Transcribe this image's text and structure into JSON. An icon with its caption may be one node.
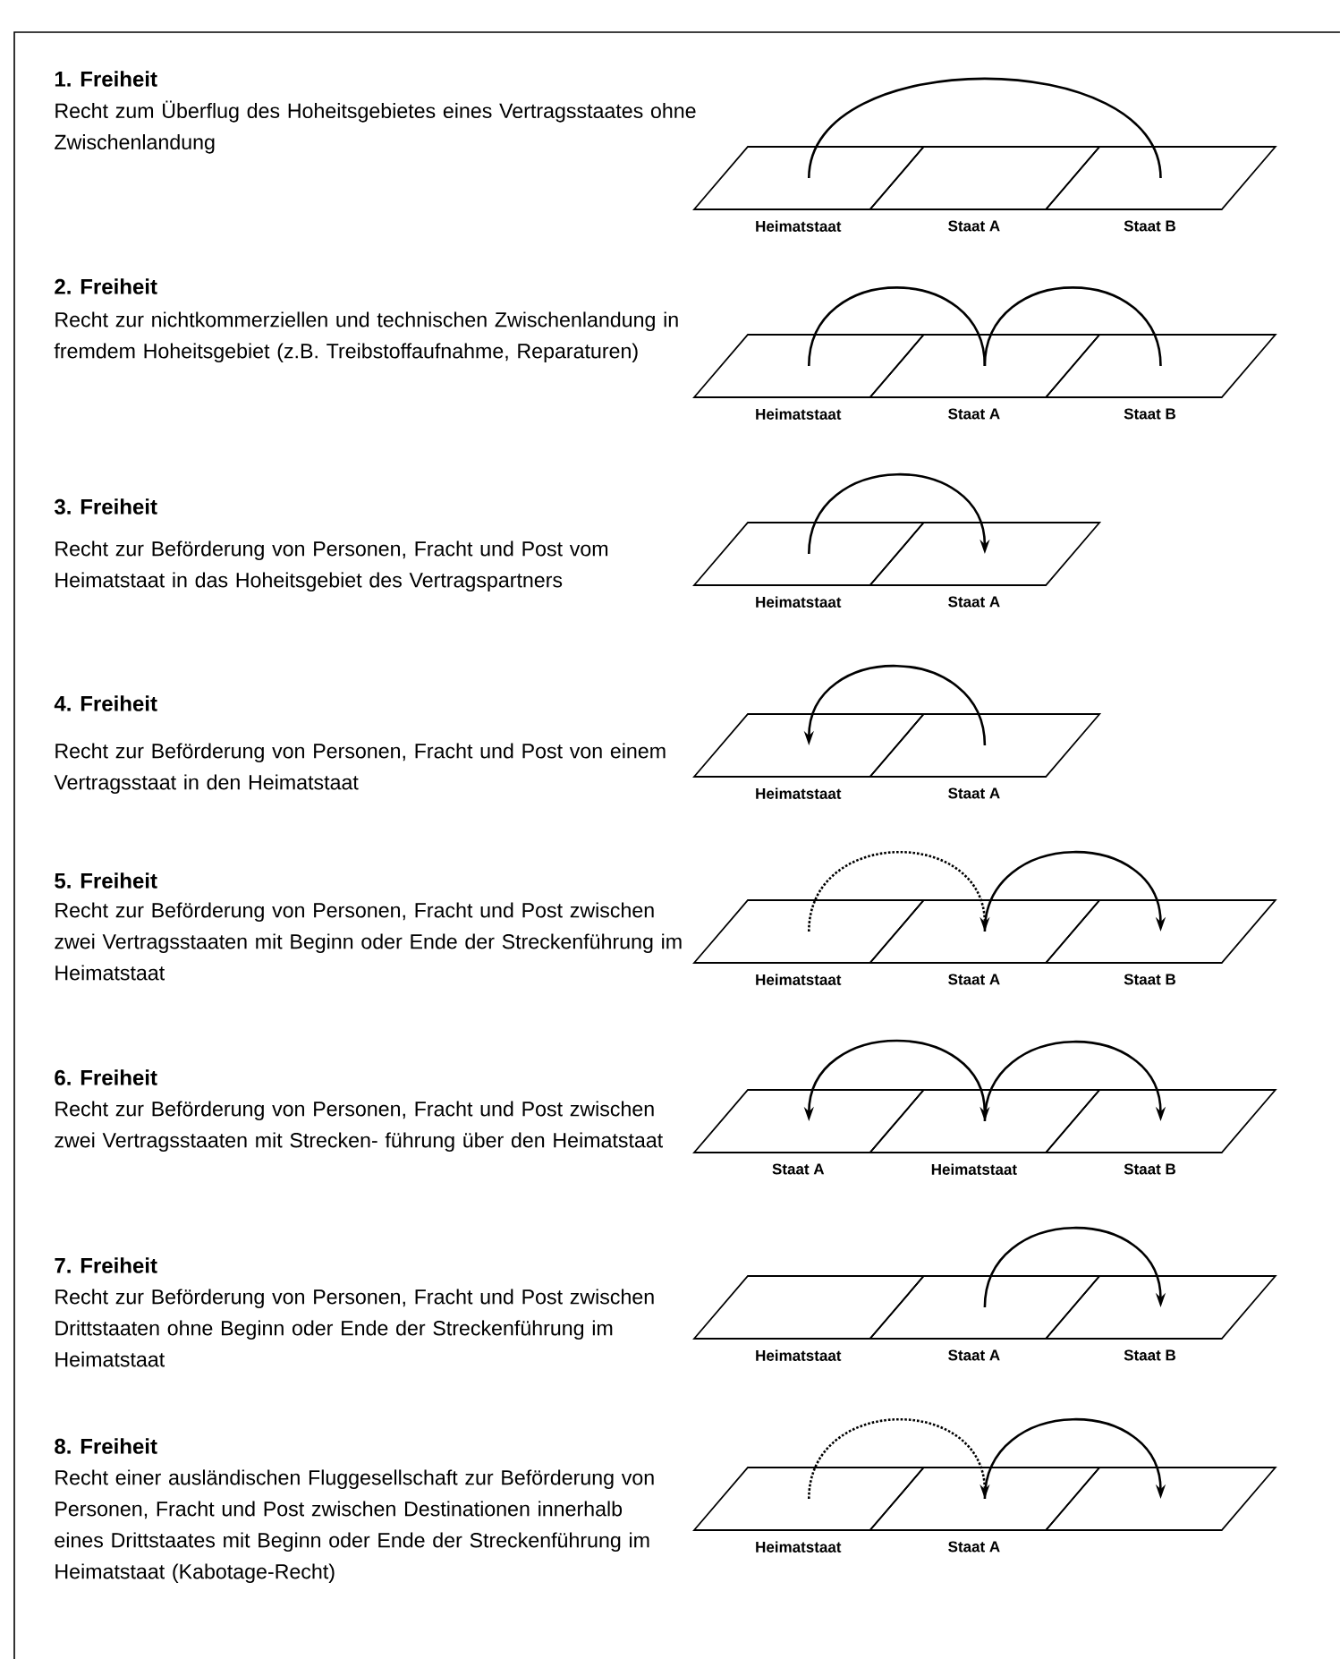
{
  "diagram": {
    "nodes": [
      {
        "text": [
          "Heimatstaat"
        ]
      },
      {
        "text": [
          "Staat A"
        ]
      },
      {
        "text": [
          "Staat B"
        ]
      },
      {
        "text": [
          "Heimatstaat"
        ]
      },
      {
        "text": [
          "Staat A"
        ]
      },
      {
        "text": [
          "Staat B"
        ]
      },
      {
        "text": [
          "Heimatstaat"
        ]
      },
      {
        "text": [
          "Staat A"
        ]
      },
      {
        "text": [
          "Heimatstaat"
        ]
      },
      {
        "text": [
          "Staat A"
        ]
      },
      {
        "text": [
          "Heimatstaat"
        ]
      },
      {
        "text": [
          "Staat A"
        ]
      },
      {
        "text": [
          "Staat B"
        ]
      },
      {
        "text": [
          "Staat A"
        ]
      },
      {
        "text": [
          "Heimatstaat"
        ]
      },
      {
        "text": [
          "Staat B"
        ]
      },
      {
        "text": [
          "Heimatstaat"
        ]
      },
      {
        "text": [
          "Staat A"
        ]
      },
      {
        "text": [
          "Staat B"
        ]
      },
      {
        "text": [
          "Heimatstaat"
        ]
      },
      {
        "text": [
          "Staat A"
        ]
      },
      {
        "text": [],
        "shape": "box"
      }
    ],
    "edges": [
      {
        "from": 0,
        "to": 2,
        "arrow": "none"
      },
      {
        "from": 3,
        "to": 4,
        "arrow": "none"
      },
      {
        "from": 4,
        "to": 5,
        "arrow": "none"
      },
      {
        "from": 6,
        "to": 7,
        "arrow": "to"
      },
      {
        "from": 9,
        "to": 8,
        "arrow": "to"
      },
      {
        "from": 10,
        "to": 11,
        "arrow": "to",
        "style": "dashed"
      },
      {
        "from": 11,
        "to": 12,
        "arrow": "to"
      },
      {
        "from": 13,
        "to": 14,
        "arrow": "both"
      },
      {
        "from": 14,
        "to": 15,
        "arrow": "to"
      },
      {
        "from": 17,
        "to": 18,
        "arrow": "to"
      },
      {
        "from": 19,
        "to": 20,
        "arrow": "to",
        "style": "dashed"
      },
      {
        "from": 20,
        "to": 21,
        "arrow": "to"
      }
    ],
    "labels": [
      "1. Freiheit",
      "Recht zum Überflug des Hoheitsgebietes eines Vertragsstaates ohne Zwischenlandung",
      "2. Freiheit",
      "Recht zur nichtkommerziellen und technischen Zwischenlandung in fremdem Hoheitsgebiet (z.B. Treibstoffaufnahme, Reparaturen)",
      "3. Freiheit",
      "Recht zur Beförderung von Personen, Fracht und Post vom Heimatstaat in das Hoheitsgebiet des Vertragspartners",
      "4. Freiheit",
      "Recht zur Beförderung von Personen, Fracht und Post von einem Vertragsstaat in den Heimatstaat",
      "5. Freiheit",
      "Recht zur Beförderung von Personen, Fracht und Post zwischen zwei Vertragsstaaten mit Beginn oder Ende der Streckenführung im Heimatstaat",
      "6. Freiheit",
      "Recht zur Beförderung von Personen, Fracht und Post zwischen zwei Vertragsstaaten mit Strecken- führung über den Heimatstaat",
      "7. Freiheit",
      "Recht zur Beförderung von Personen, Fracht und Post zwischen Drittstaaten ohne Beginn oder Ende der Streckenführung im Heimatstaat",
      "8. Freiheit",
      "Recht einer ausländischen Fluggesellschaft zur Beförderung von Personen, Fracht und Post zwischen Destinationen innerhalb eines Drittstaates mit Beginn oder Ende der Streckenführung im Heimatstaat (Kabotage-Recht)"
    ]
  }
}
